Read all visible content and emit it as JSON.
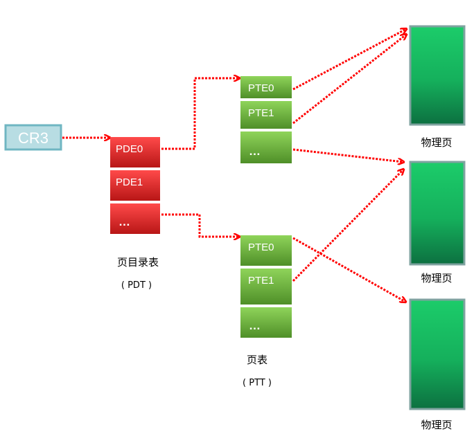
{
  "cr3": {
    "label": "CR3"
  },
  "pdt": {
    "entries": [
      "PDE0",
      "PDE1",
      "…"
    ],
    "caption": "页目录表",
    "subcaption": "( PDT )"
  },
  "ptt_top": {
    "entries": [
      "PTE0",
      "PTE1",
      "…"
    ]
  },
  "ptt_bottom": {
    "entries": [
      "PTE0",
      "PTE1",
      "…"
    ],
    "caption": "页表",
    "subcaption": "( PTT )"
  },
  "physical_pages": {
    "labels": [
      "物理页",
      "物理页",
      "物理页"
    ]
  },
  "colors": {
    "arrow": "#ff0000",
    "cr3_fill": "#b8dde3",
    "cr3_border": "#6fb6c2",
    "pdt_fill": "#e02a2a",
    "ptt_fill": "#72b83c",
    "page_fill": "#16b85f",
    "page_border": "#7fa3a0"
  }
}
